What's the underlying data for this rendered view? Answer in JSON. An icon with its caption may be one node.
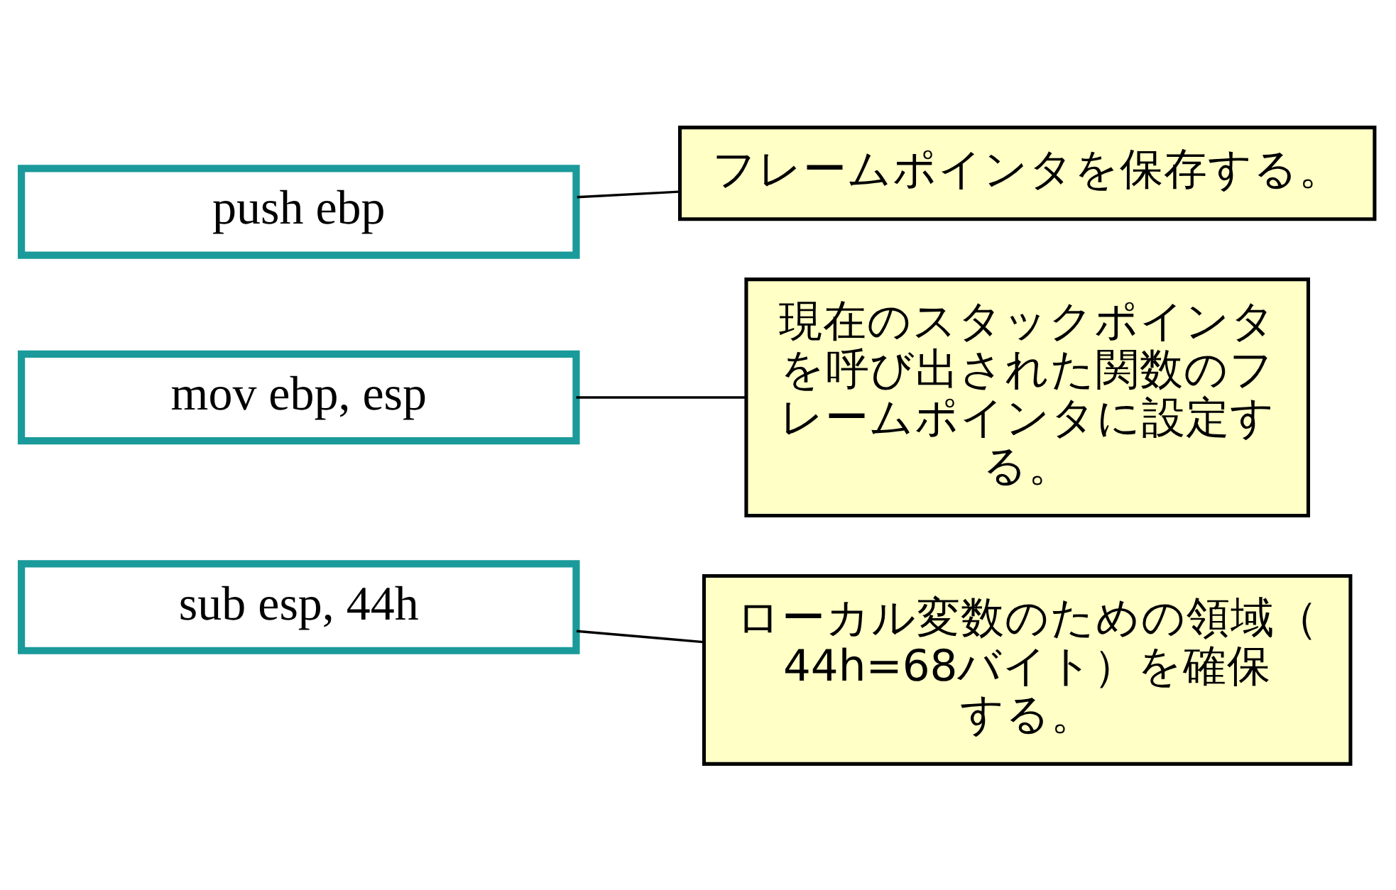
{
  "diagram": {
    "nodes": [
      {
        "text": [
          "フレームポインタを保存する。"
        ]
      },
      {
        "text": [
          "push ebp"
        ]
      },
      {
        "text": [
          "mov ebp, esp"
        ]
      },
      {
        "text": [
          "現在のスタックポインタを呼び出された関数のフレームポインタに設定する。"
        ]
      },
      {
        "text": [
          "sub esp, 44h"
        ]
      },
      {
        "text": [
          "ローカル変数のための領域（44h=68バイト）を確保する。"
        ]
      }
    ],
    "edges": [
      {
        "from": 0,
        "to": 1,
        "arrow": "none"
      },
      {
        "from": 3,
        "to": 2,
        "arrow": "none"
      },
      {
        "from": 5,
        "to": 4,
        "arrow": "none"
      }
    ]
  }
}
